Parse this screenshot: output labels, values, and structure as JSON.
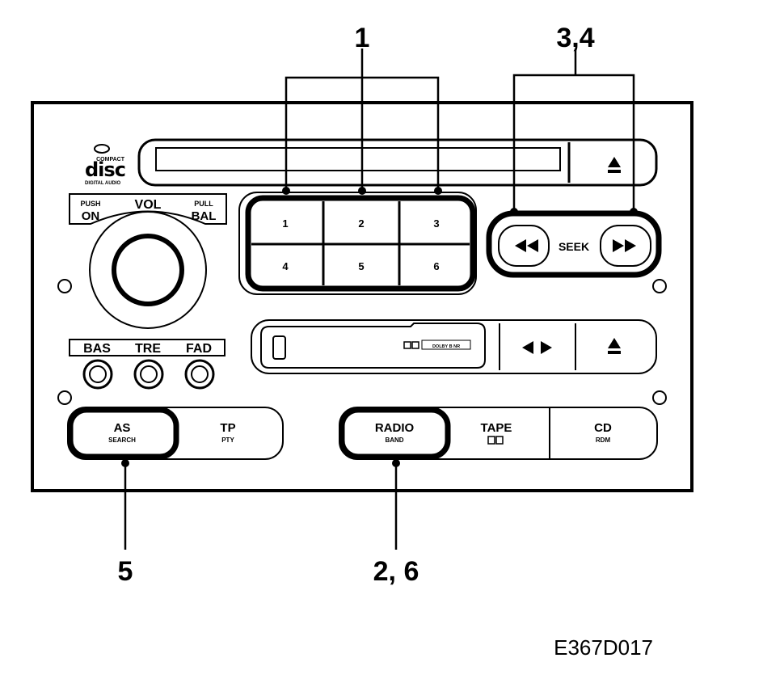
{
  "callouts": {
    "presets": "1",
    "seek": "3,4",
    "autostore": "5",
    "radio_band": "2, 6"
  },
  "figure_id": "E367D017",
  "logo": {
    "top": "COMPACT",
    "main": "disc",
    "bottom": "DIGITAL AUDIO"
  },
  "volume": {
    "push": "PUSH",
    "on": "ON",
    "vol": "VOL",
    "pull": "PULL",
    "bal": "BAL"
  },
  "tone": [
    "BAS",
    "TRE",
    "FAD"
  ],
  "presets": [
    "1",
    "2",
    "3",
    "4",
    "5",
    "6"
  ],
  "seek": {
    "label": "SEEK"
  },
  "cassette": {
    "label_dolby": "DOLBY B NR"
  },
  "bottom_left": {
    "as": "AS",
    "as_sub": "SEARCH",
    "tp": "TP",
    "tp_sub": "PTY"
  },
  "bottom_right": {
    "radio": "RADIO",
    "radio_sub": "BAND",
    "tape": "TAPE",
    "cd": "CD",
    "cd_sub": "RDM"
  }
}
